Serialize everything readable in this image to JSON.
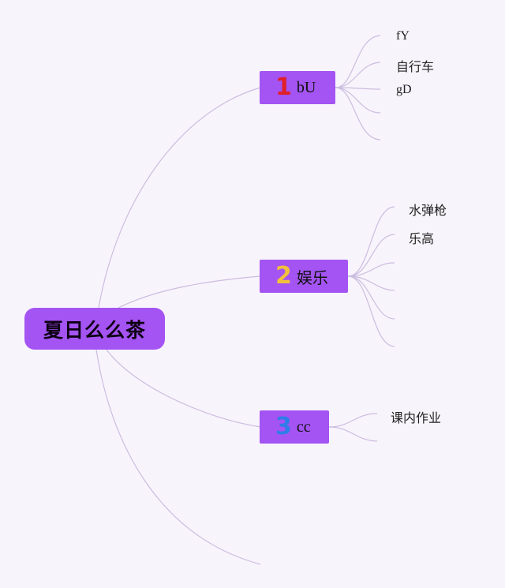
{
  "root": {
    "label": "夏日么么茶"
  },
  "branches": [
    {
      "number": "1",
      "label": "bU",
      "number_color": "#e0202a",
      "children": [
        "fY",
        "自行车",
        "gD"
      ]
    },
    {
      "number": "2",
      "label": "娱乐",
      "number_color": "#f2c13a",
      "children": [
        "水弹枪",
        "乐高"
      ]
    },
    {
      "number": "3",
      "label": "cc",
      "number_color": "#2f7de8",
      "children": [
        "课内作业"
      ]
    }
  ],
  "colors": {
    "background": "#f8f4fb",
    "node_fill": "#a454f2",
    "connector": "#cbbde0"
  }
}
